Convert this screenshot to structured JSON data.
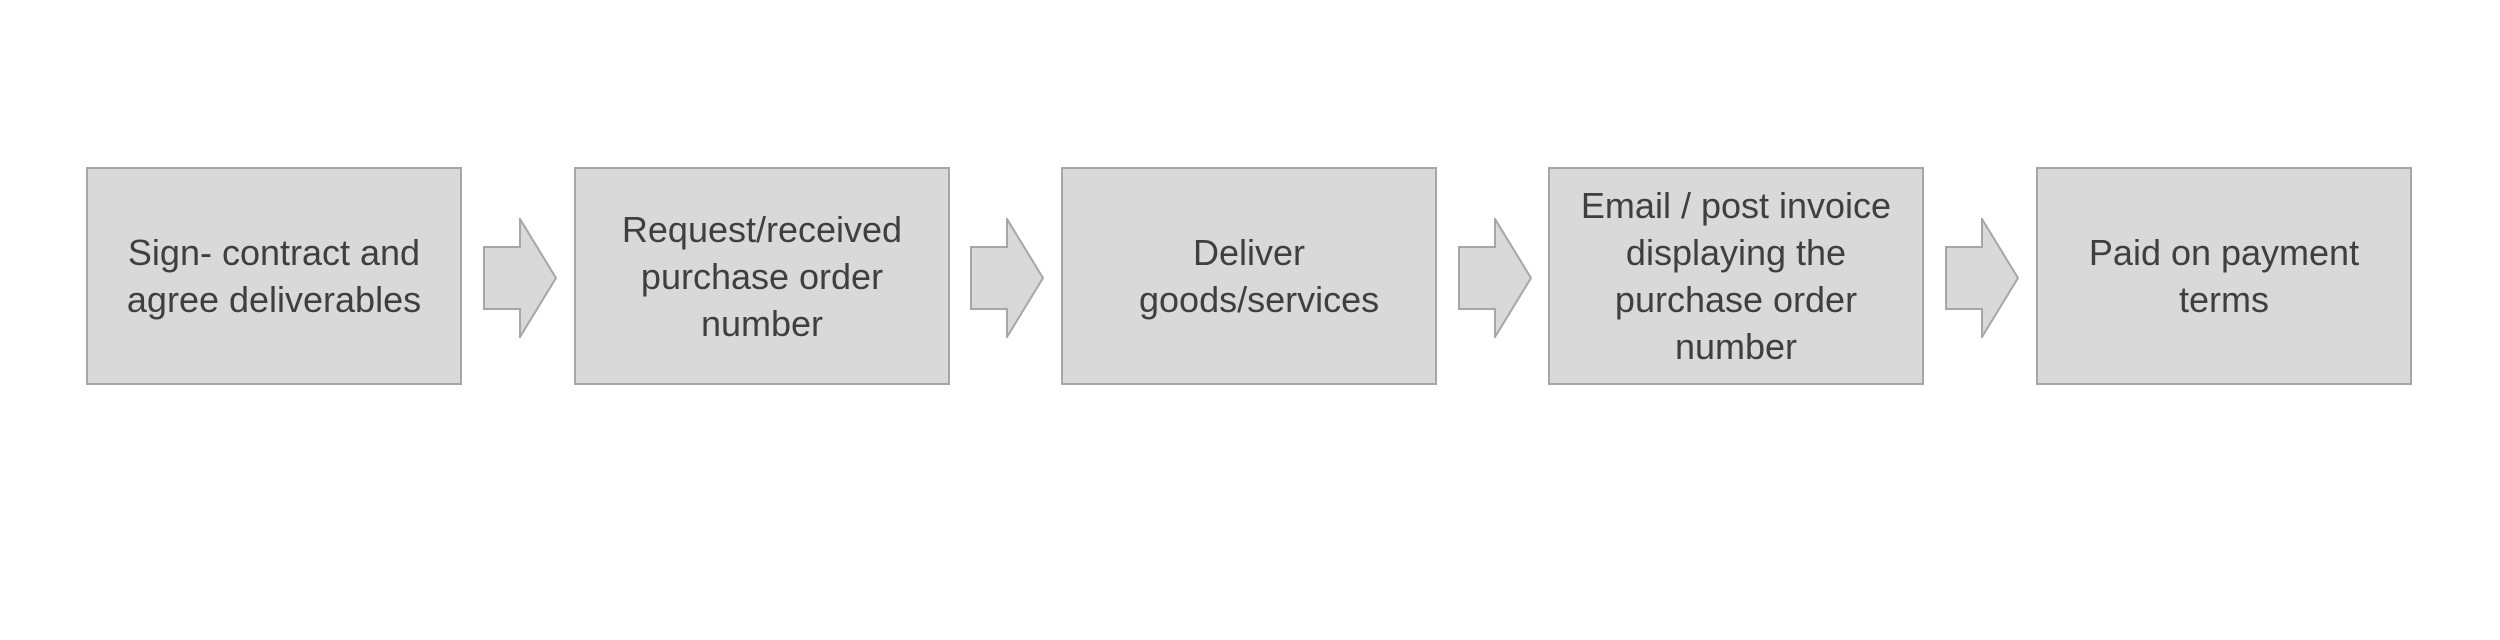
{
  "steps": [
    {
      "label": "Sign- contract and agree deliverables"
    },
    {
      "label": "Request/received purchase order number"
    },
    {
      "label": "Deliver goods/services"
    },
    {
      "label": "Email / post invoice displaying the purchase order number"
    },
    {
      "label": "Paid on payment terms"
    }
  ],
  "colors": {
    "box_fill": "#d9d9d9",
    "box_border": "#a6a6a6",
    "text": "#3f3f3f"
  }
}
